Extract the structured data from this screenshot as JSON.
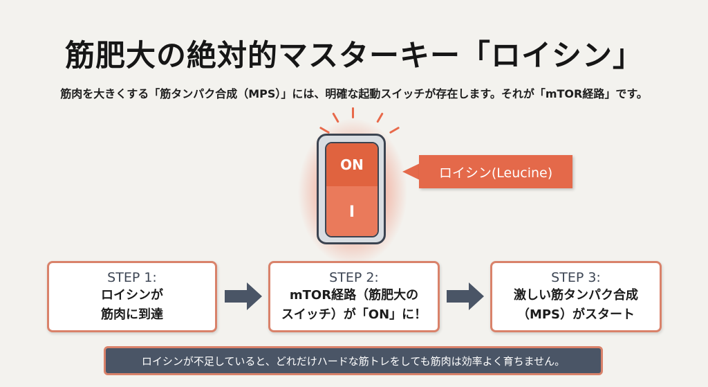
{
  "title": "筋肥大の絶対的マスターキー「ロイシン」",
  "subtitle": "筋肉を大きくする「筋タンパク合成（MPS）」には、明確な起動スイッチが存在します。それが「mTOR経路」です。",
  "switch": {
    "on_label": "ON",
    "off_label": "I",
    "state": "on"
  },
  "callout": "ロイシン(Leucine)",
  "steps": [
    {
      "label": "STEP 1:",
      "line1": "ロイシンが",
      "line2": "筋肉に到達"
    },
    {
      "label": "STEP 2:",
      "line1": "mTOR経路（筋肥大の",
      "line2": "スイッチ）が「ON」に！"
    },
    {
      "label": "STEP 3:",
      "line1": "激しい筋タンパク合成",
      "line2": "（MPS）がスタート"
    }
  ],
  "note": "ロイシンが不足していると、どれだけハードな筋トレをしても筋肉は効率よく育ちません。",
  "colors": {
    "accent": "#e4694a",
    "dark": "#4a5566",
    "background": "#f3f2ee"
  }
}
